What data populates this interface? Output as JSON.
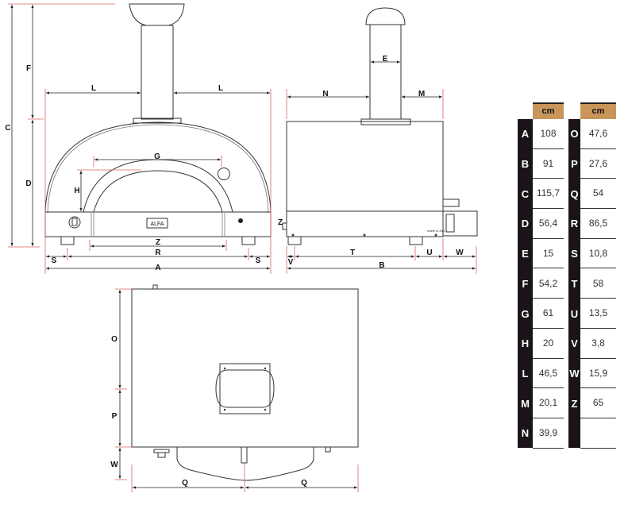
{
  "labels": {
    "A": "A",
    "B": "B",
    "C": "C",
    "D": "D",
    "E": "E",
    "F": "F",
    "G": "G",
    "H": "H",
    "L": "L",
    "M": "M",
    "N": "N",
    "O": "O",
    "P": "P",
    "Q": "Q",
    "R": "R",
    "S": "S",
    "T": "T",
    "U": "U",
    "V": "V",
    "W": "W",
    "Z": "Z"
  },
  "brand": "ALFA",
  "made_in": "made in Italy",
  "table": {
    "unit": "cm",
    "col1": [
      {
        "letter": "A",
        "value": "108"
      },
      {
        "letter": "B",
        "value": "91"
      },
      {
        "letter": "C",
        "value": "115,7"
      },
      {
        "letter": "D",
        "value": "56,4"
      },
      {
        "letter": "E",
        "value": "15"
      },
      {
        "letter": "F",
        "value": "54,2"
      },
      {
        "letter": "G",
        "value": "61"
      },
      {
        "letter": "H",
        "value": "20"
      },
      {
        "letter": "L",
        "value": "46,5"
      },
      {
        "letter": "M",
        "value": "20,1"
      },
      {
        "letter": "N",
        "value": "39,9"
      }
    ],
    "col2": [
      {
        "letter": "O",
        "value": "47,6"
      },
      {
        "letter": "P",
        "value": "27,6"
      },
      {
        "letter": "Q",
        "value": "54"
      },
      {
        "letter": "R",
        "value": "86,5"
      },
      {
        "letter": "S",
        "value": "10,8"
      },
      {
        "letter": "T",
        "value": "58"
      },
      {
        "letter": "U",
        "value": "13,5"
      },
      {
        "letter": "V",
        "value": "3,8"
      },
      {
        "letter": "W",
        "value": "15,9"
      },
      {
        "letter": "Z",
        "value": "65"
      },
      {
        "letter": "",
        "value": ""
      }
    ]
  }
}
